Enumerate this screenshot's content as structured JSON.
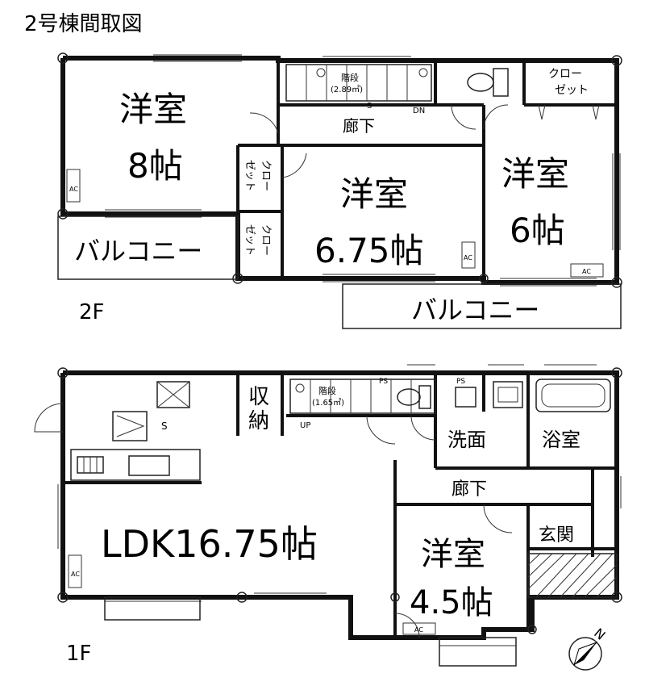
{
  "title": "2号棟間取図",
  "floors": {
    "second": {
      "label": "2F",
      "rooms": {
        "western8_line1": "洋室",
        "western8_line2": "8帖",
        "western675_line1": "洋室",
        "western675_line2": "6.75帖",
        "western6_line1": "洋室",
        "western6_line2": "6帖",
        "hallway": "廊下",
        "closet_top_line1": "クロー",
        "closet_top_line2": "ゼット",
        "closet_mid_a1": "クロー",
        "closet_mid_a2": "ゼット",
        "closet_mid_b1": "クロー",
        "closet_mid_b2": "ゼット",
        "stairs": "階段",
        "stairs_area": "(2.89㎡)",
        "balcony_left": "バルコニー",
        "balcony_right": "バルコニー",
        "dn": "DN"
      }
    },
    "first": {
      "label": "1F",
      "rooms": {
        "ldk": "LDK16.75帖",
        "western_line1": "洋室",
        "western_line2": "4.5帖",
        "storage_line1": "収",
        "storage_line2": "納",
        "washroom": "洗面",
        "bath": "浴室",
        "hallway": "廊下",
        "entrance": "玄関",
        "stairs": "階段",
        "stairs_area": "(1.65㎡)",
        "up": "UP"
      }
    }
  },
  "marks": {
    "ac": "AC",
    "s": "S",
    "ps": "PS",
    "north": "N"
  }
}
